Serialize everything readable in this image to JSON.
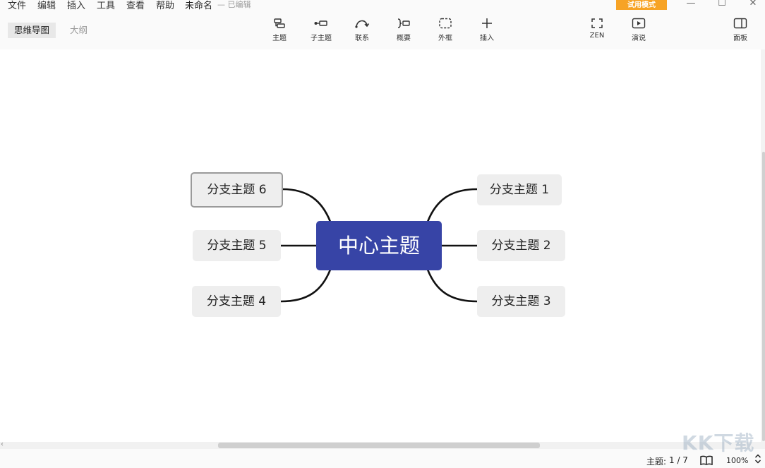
{
  "menu": [
    "文件",
    "编辑",
    "插入",
    "工具",
    "查看",
    "帮助"
  ],
  "document": {
    "title": "未命名",
    "status": "— 已编辑"
  },
  "trial_badge": "试用模式",
  "window_controls": {
    "minimize": "—",
    "maximize": "☐",
    "close": "✕"
  },
  "view_tabs": {
    "mindmap": "思维导图",
    "outline": "大纲"
  },
  "toolbar": {
    "topic": "主题",
    "subtopic": "子主题",
    "relationship": "联系",
    "summary": "概要",
    "boundary": "外框",
    "insert": "插入",
    "zen": "ZEN",
    "present": "演说",
    "panel": "面板"
  },
  "mindmap": {
    "central": "中心主题",
    "branches": {
      "b1": "分支主题 1",
      "b2": "分支主题 2",
      "b3": "分支主题 3",
      "b4": "分支主题 4",
      "b5": "分支主题 5",
      "b6": "分支主题 6"
    },
    "selected": "分支主题 6",
    "central_color": "#3744a6"
  },
  "status": {
    "topic_label": "主题:",
    "topic_count": "1 / 7",
    "zoom": "100%"
  },
  "watermark": "KK下载"
}
